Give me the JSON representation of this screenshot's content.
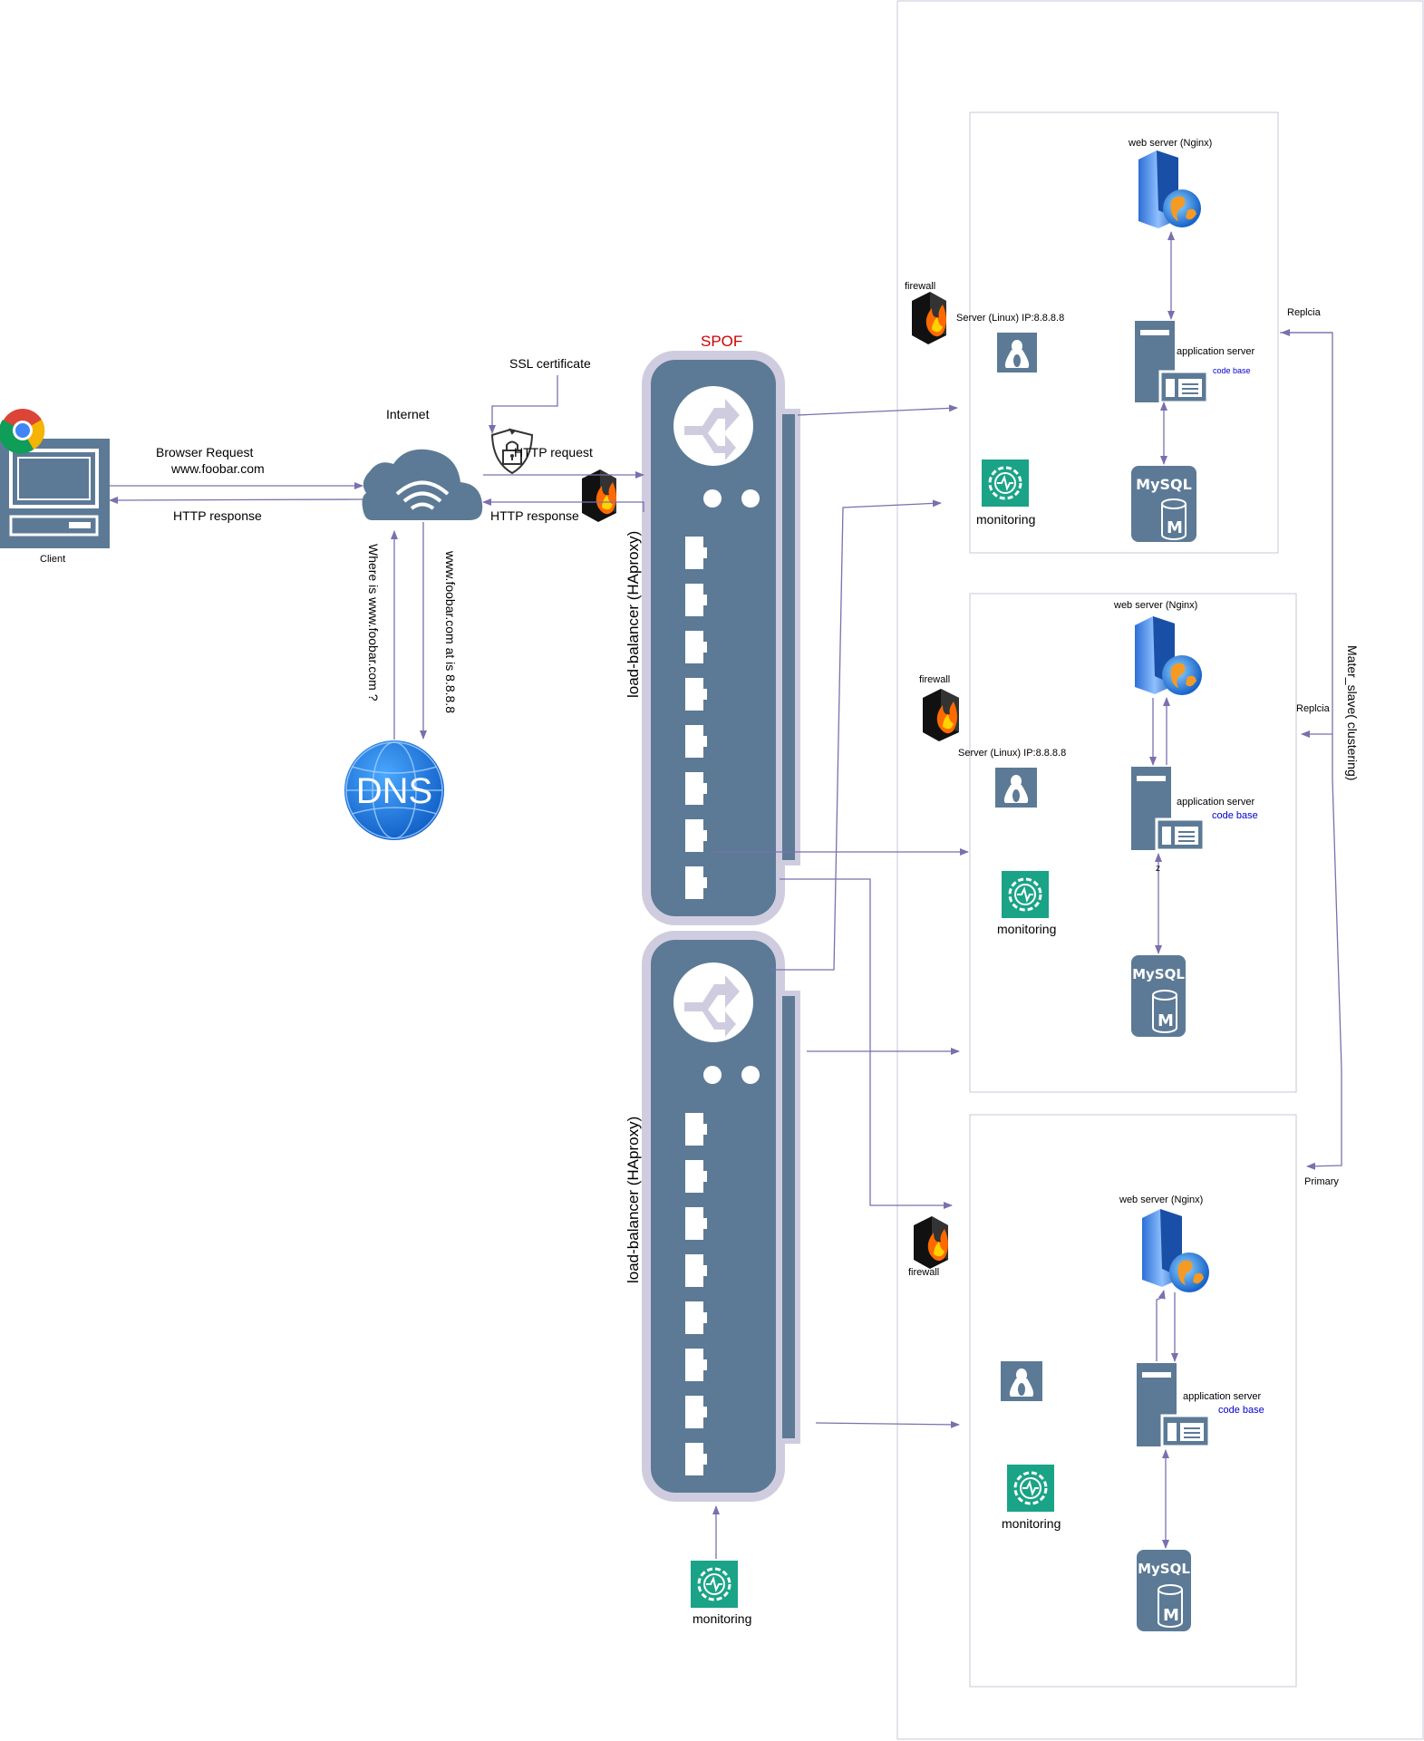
{
  "client": {
    "label": "Client"
  },
  "internet": {
    "label": "Internet"
  },
  "ssl": {
    "label": "SSL  certificate"
  },
  "dns": {
    "label": "DNS"
  },
  "spof": {
    "label": "SPOF",
    "color": "#cc0000"
  },
  "flows": {
    "browser_request": "Browser Request",
    "domain": "www.foobar.com",
    "http_response_client": "HTTP response",
    "http_request": "HTTP request",
    "http_response_lb": "HTTP response",
    "dns_query": "Where is www.foobar.com ?",
    "dns_answer": "www.foobar.com at is 8.8.8.8"
  },
  "load_balancers": [
    {
      "label": "load-balancer (HAproxy)"
    },
    {
      "label": "load-balancer (HAproxy)"
    }
  ],
  "lb_monitoring": {
    "label": "monitoring"
  },
  "servers": [
    {
      "web_server": "web server (Nginx)",
      "app_server": "application server",
      "code_base": "code base",
      "server_os": "Server (Linux) IP:8.8.8.8",
      "firewall": "firewall",
      "monitoring": "monitoring",
      "role": "Replcia"
    },
    {
      "web_server": "web server (Nginx)",
      "app_server": "application server",
      "code_base": "code base",
      "server_os": "Server (Linux) IP:8.8.8.8",
      "firewall": "firewall",
      "monitoring": "monitoring",
      "role": "Replcia",
      "marker": "z"
    },
    {
      "web_server": "web server (Nginx)",
      "app_server": "application server",
      "code_base": "code base",
      "firewall": "firewall",
      "monitoring": "monitoring",
      "role": "Primary"
    }
  ],
  "cluster": {
    "label": "Mater_slave( clustering)"
  },
  "colors": {
    "arrow": "#7b6fae",
    "device": "#5c7a96",
    "device_border": "#d0cce0",
    "monitoring": "#1aa386",
    "box_border": "#c9c7d9"
  }
}
